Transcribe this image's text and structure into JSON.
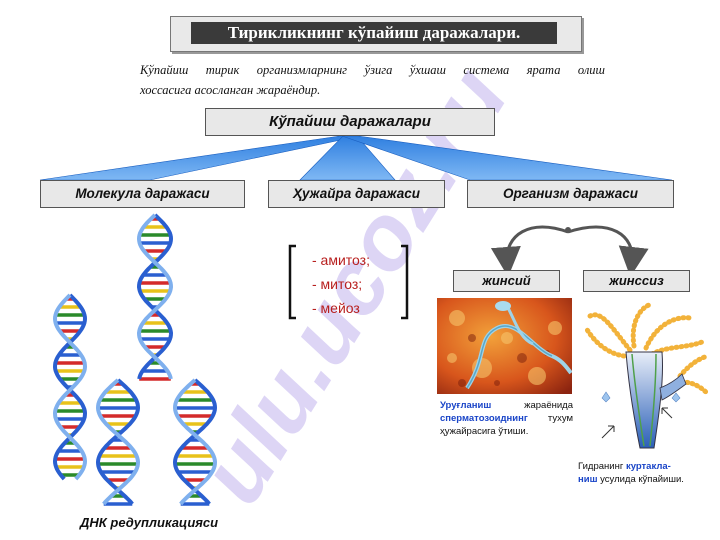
{
  "title": "Тирикликнинг кўпайиш даражалари.",
  "intro": {
    "line1": "Кўпайиш  тирик организмларнинг ўзига ўхшаш система ярата олиш",
    "line2": "хоссасига асосланган жараёндир."
  },
  "main_box": "Кўпайиш даражалари",
  "levels": [
    "Молекула даражаси",
    "Ҳужайра даражаси",
    "Организм даражаси"
  ],
  "methods": [
    "- амитоз;",
    "- митоз;",
    "- мейоз"
  ],
  "organism_types": [
    "жинсий",
    "жинссиз"
  ],
  "caption_sexual": {
    "w1": "Уруғланиш",
    "w2": "жараёнида",
    "w3": "сперматозоиднинг",
    "w4": "тухум",
    "line3": "ҳужайрасига ўтиши."
  },
  "caption_asexual": {
    "p1": "Гидранинг",
    "p2": "куртакла-",
    "p3": "ниш",
    "p4": "усулида кўпайиши."
  },
  "dna_label": "ДНК редупликацияси",
  "watermark": "ulu.ucoz.ru",
  "colors": {
    "title_bg": "#3a3a3a",
    "box_bg": "#e8e8e8",
    "method_red": "#b8201f",
    "caption_blue": "#1a45c8",
    "watermark_violet": "#c2b4ee",
    "fan_blue": "#2f7fe0"
  }
}
